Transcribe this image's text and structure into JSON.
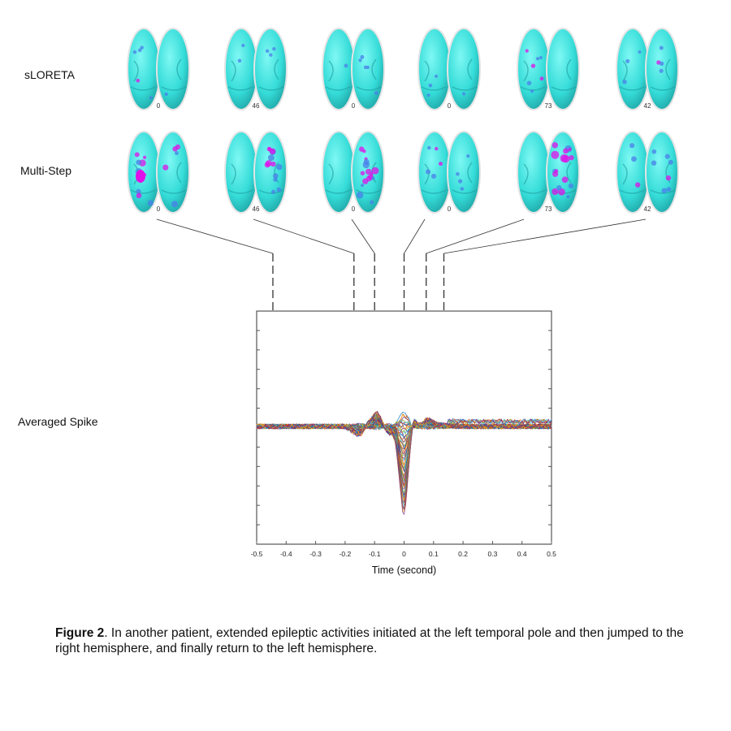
{
  "row_labels": {
    "sloreta": "sLORETA",
    "multistep": "Multi-Step",
    "spike": "Averaged Spike"
  },
  "brain_frame_labels": [
    "0",
    "46",
    "0",
    "0",
    "73",
    "42"
  ],
  "brain_activity": {
    "sloreta": [
      0.2,
      0.15,
      0.2,
      0.1,
      0.3,
      0.25
    ],
    "multistep": [
      0.8,
      0.7,
      0.9,
      0.4,
      1.0,
      0.5
    ]
  },
  "colors": {
    "brain": "#3fe3e0",
    "active": "#e010e8",
    "mid": "#4a7fe8"
  },
  "chart_data": {
    "type": "line",
    "title": "",
    "xlabel": "Time (second)",
    "ylabel": "",
    "xlim": [
      -0.5,
      0.5
    ],
    "xticks": [
      "-0.5",
      "-0.4",
      "-0.3",
      "-0.2",
      "-0.1",
      "0",
      "0.1",
      "0.2",
      "0.3",
      "0.4",
      "0.5"
    ],
    "marker_times": [
      -0.445,
      -0.17,
      -0.1,
      0,
      0.075,
      0.135
    ],
    "template": {
      "x": [
        -0.5,
        -0.2,
        -0.15,
        -0.12,
        -0.09,
        -0.06,
        -0.03,
        0,
        0.03,
        0.05,
        0.08,
        0.12,
        0.2,
        0.5
      ],
      "y": [
        0,
        0,
        -0.1,
        0.05,
        0.15,
        -0.05,
        -0.1,
        -1.0,
        0.1,
        0.0,
        0.08,
        0.02,
        0,
        0
      ]
    },
    "channel_count": 60
  },
  "caption": {
    "label": "Figure 2",
    "text": ". In another patient, extended epileptic activities initiated at the left temporal pole and then jumped to the right hemisphere, and finally return to the left hemisphere."
  }
}
